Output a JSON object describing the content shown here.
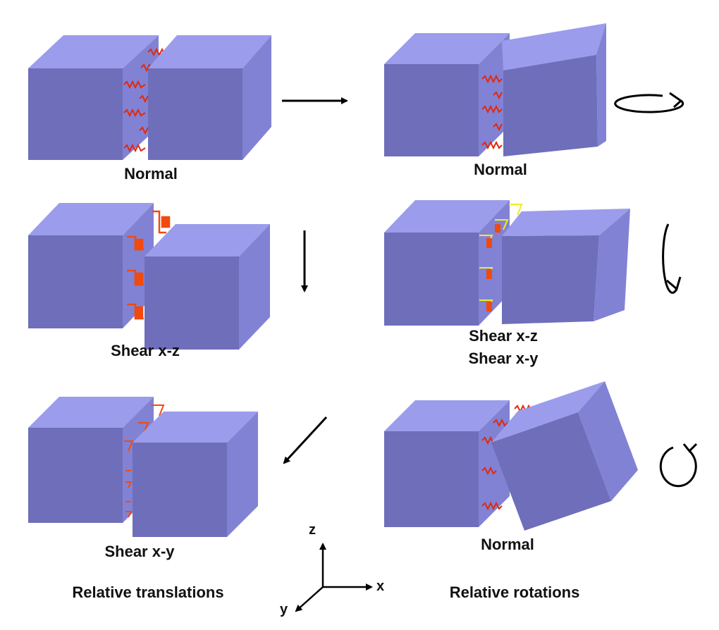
{
  "colors": {
    "cube_front": "#6E6EBA",
    "cube_top": "#9C9CEC",
    "cube_side": "#8282D4",
    "spring_normal": "#E02A10",
    "spring_shear": "#F04A10",
    "spring_shear_y": "#F0EC20",
    "arrow": "#000000",
    "text": "#111111"
  },
  "left_column": {
    "heading": "Relative translations",
    "panels": [
      {
        "label": "Normal",
        "arrow_icon": "arrow-right-icon"
      },
      {
        "label": "Shear x-z",
        "arrow_icon": "arrow-down-icon"
      },
      {
        "label": "Shear x-y",
        "arrow_icon": "arrow-down-left-icon"
      }
    ]
  },
  "right_column": {
    "heading": "Relative rotations",
    "panels": [
      {
        "label": "Normal",
        "rotation_icon": "rotation-horizontal-icon"
      },
      {
        "label_line1": "Shear x-z",
        "label_line2": "Shear x-y",
        "rotation_icon": "rotation-vertical-icon"
      },
      {
        "label": "Normal",
        "rotation_icon": "rotation-circular-icon"
      }
    ]
  },
  "axes": {
    "z": "z",
    "x": "x",
    "y": "y"
  }
}
